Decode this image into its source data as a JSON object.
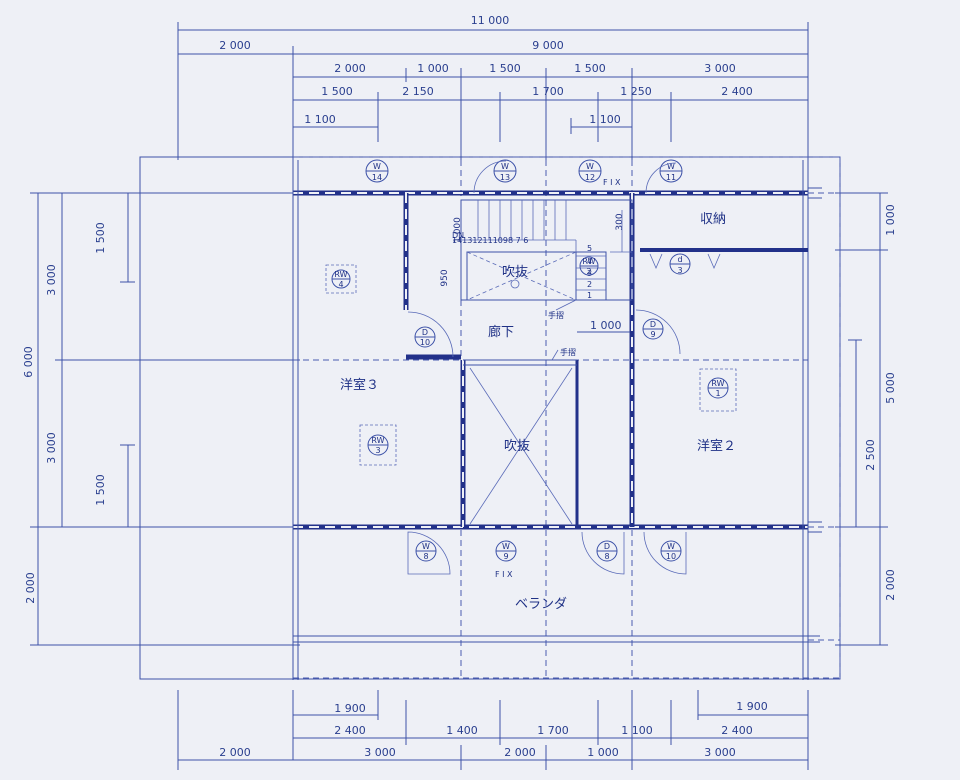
{
  "dims_top": {
    "overall": "11 000",
    "row1": [
      "2 000",
      "9 000"
    ],
    "row2": [
      "2 000",
      "1 000",
      "1 500",
      "1 500",
      "3 000"
    ],
    "row3": [
      "1 500",
      "2 150",
      "1 700",
      "1 250",
      "2 400"
    ],
    "row4": [
      "1 100",
      "1 100"
    ]
  },
  "dims_bottom": {
    "row1": [
      "1 900",
      "1 900"
    ],
    "row2": [
      "2 400",
      "1 400",
      "1 700",
      "1 100",
      "2 400"
    ],
    "row3": [
      "2 000",
      "3 000",
      "2 000",
      "1 000",
      "3 000"
    ]
  },
  "dims_left": {
    "overall": "6 000",
    "halves": [
      "3 000",
      "3 000"
    ],
    "quarters": [
      "1 500",
      "1 500"
    ],
    "bottom": "2 000"
  },
  "dims_right": {
    "top": "1 000",
    "mid": "5 000",
    "inner": "2 500",
    "bottom": "2 000"
  },
  "interior_dims": {
    "stair_h": "1 000",
    "stair_left": "950",
    "stair_small": "300",
    "landing": "1 000"
  },
  "rooms": {
    "bedroom3": "洋室３",
    "bedroom2": "洋室２",
    "hall": "廊下",
    "storage": "収納",
    "void_upper": "吹抜",
    "void_main": "吹抜",
    "veranda": "ベランダ"
  },
  "labels": {
    "handrail_1": "手摺",
    "handrail_2": "手摺",
    "fix_top": "F I X",
    "fix_bottom": "F I X",
    "dn": "DN",
    "stair_steps": "141312111098 7 6",
    "stair_steps_lower": [
      "5",
      "4",
      "3",
      "2",
      "1"
    ]
  },
  "tags": {
    "w14": [
      "W",
      "14"
    ],
    "w13": [
      "W",
      "13"
    ],
    "w12": [
      "W",
      "12"
    ],
    "w11": [
      "W",
      "11"
    ],
    "rw4": [
      "RW",
      "4"
    ],
    "rw2": [
      "RW",
      "2"
    ],
    "d3": [
      "d",
      "3"
    ],
    "d10": [
      "D",
      "10"
    ],
    "d9": [
      "D",
      "9"
    ],
    "rw1": [
      "RW",
      "1"
    ],
    "rw3": [
      "RW",
      "3"
    ],
    "w8": [
      "W",
      "8"
    ],
    "w9": [
      "W",
      "9"
    ],
    "d8": [
      "D",
      "8"
    ],
    "w10": [
      "W",
      "10"
    ]
  }
}
